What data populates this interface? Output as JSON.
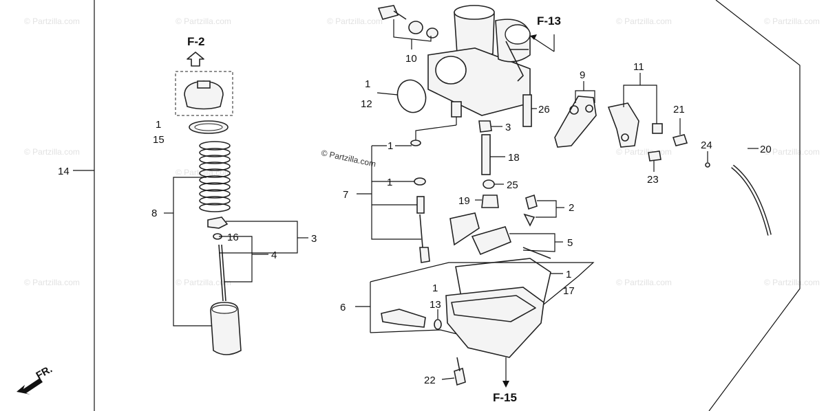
{
  "watermark": "© Partzilla.com",
  "references": {
    "f2": "F-2",
    "f13": "F-13",
    "f15": "F-15",
    "front": "FR."
  },
  "callouts": {
    "n1a": "1",
    "n12": "12",
    "n10": "10",
    "n26": "26",
    "n3a": "3",
    "n1b": "1",
    "n18": "18",
    "n7": "7",
    "n1c": "1",
    "n25": "25",
    "n19": "19",
    "n2": "2",
    "n5": "5",
    "n9": "9",
    "n11": "11",
    "n21": "21",
    "n24": "24",
    "n20": "20",
    "n23": "23",
    "n1d": "1",
    "n15": "15",
    "n14": "14",
    "n8": "8",
    "n16": "16",
    "n3b": "3",
    "n4": "4",
    "n6": "6",
    "n1e": "1",
    "n13": "13",
    "n1f": "1",
    "n17": "17",
    "n22": "22"
  }
}
